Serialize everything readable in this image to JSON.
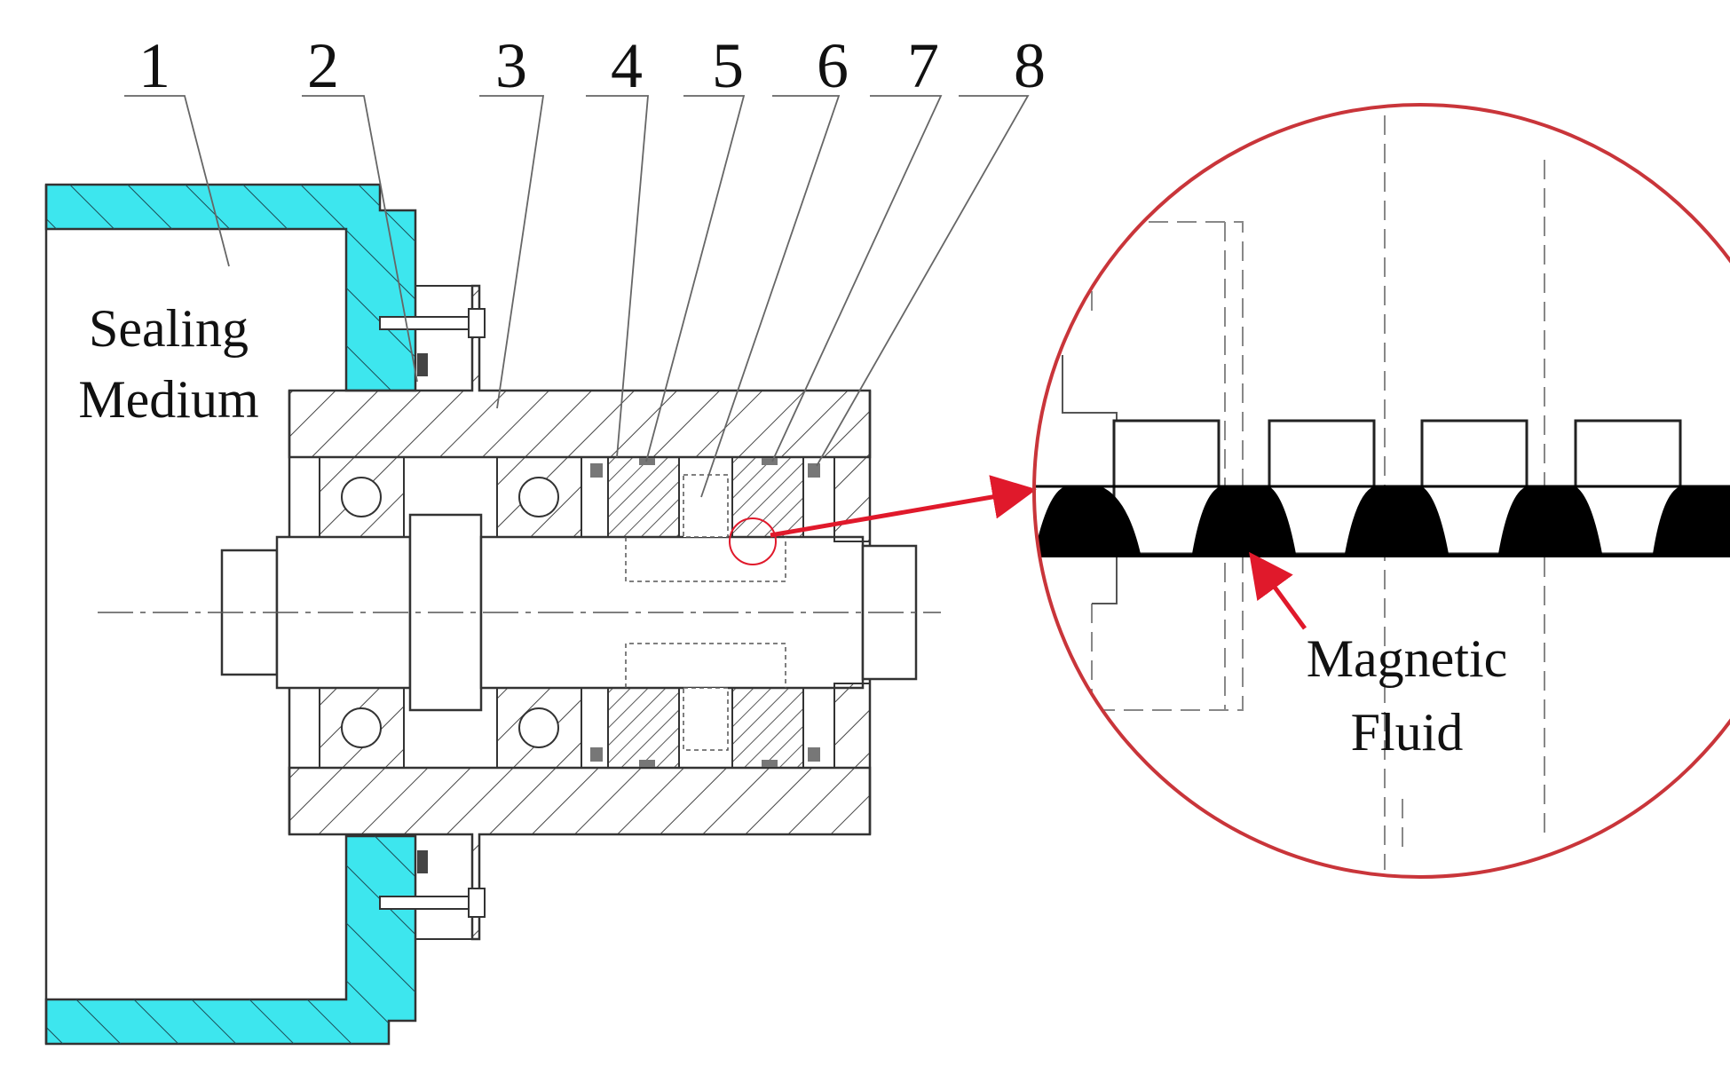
{
  "part_numbers": [
    "1",
    "2",
    "3",
    "4",
    "5",
    "6",
    "7",
    "8"
  ],
  "labels": {
    "sealing_line1": "Sealing",
    "sealing_line2": "Medium",
    "magnetic_line1": "Magnetic",
    "magnetic_line2": "Fluid"
  },
  "colors": {
    "housing_fill": "#3DE6EE",
    "line": "#333333",
    "arrow": "#E0192B",
    "detail_circle": "#C9353A",
    "fluid": "#000000"
  }
}
